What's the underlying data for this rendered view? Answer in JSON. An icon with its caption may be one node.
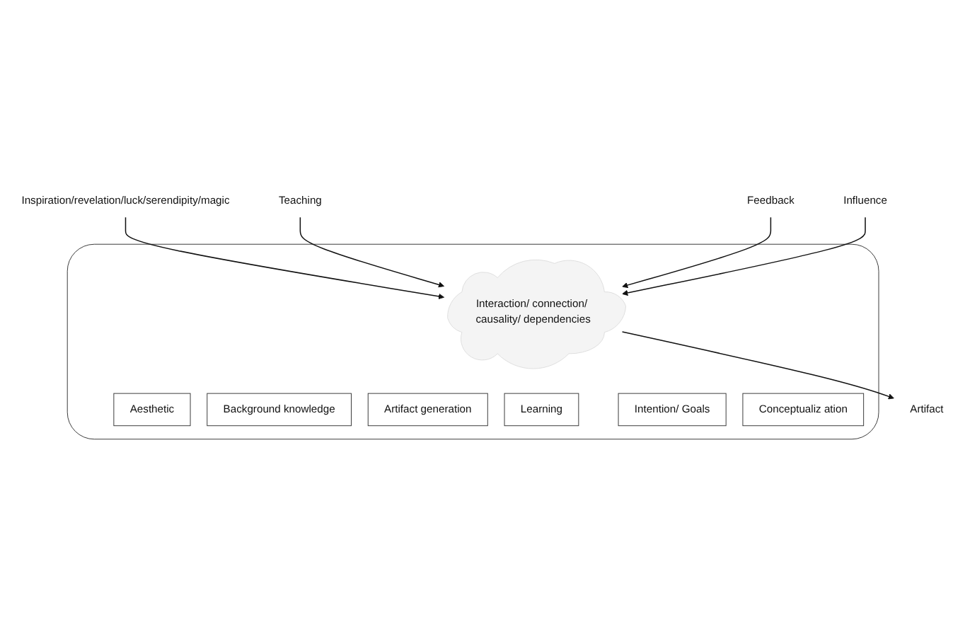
{
  "diagram": {
    "nodes": [
      {
        "text": [],
        "shape": "box"
      },
      {
        "text": [
          "Aesthetic"
        ],
        "in": 0
      },
      {
        "text": [
          "Background knowledge"
        ],
        "in": 0
      },
      {
        "text": [
          "Interaction/ connection/ causality/ dependencies"
        ],
        "in": 0
      },
      {
        "text": [
          "Artifact generation"
        ],
        "in": 0
      },
      {
        "text": [
          "Learning"
        ],
        "in": 0
      },
      {
        "text": [
          "Intention/ Goals"
        ],
        "in": 0
      },
      {
        "text": [
          "Conceptualiz ation"
        ],
        "in": 0
      },
      {
        "text": [
          "Inspiration/revelation/luck/serendipity/magic"
        ]
      },
      {
        "text": [
          "Teaching"
        ]
      },
      {
        "text": [
          "Artifact"
        ]
      },
      {
        "text": [
          "Feedback"
        ]
      },
      {
        "text": [
          "Influence"
        ]
      }
    ],
    "edges": [
      {
        "from": 8,
        "to": 3,
        "arrow": "to"
      },
      {
        "from": 9,
        "to": 3,
        "arrow": "to"
      },
      {
        "from": 3,
        "to": 10,
        "arrow": "to"
      },
      {
        "from": 11,
        "to": 3,
        "arrow": "to"
      },
      {
        "from": 12,
        "to": 3,
        "arrow": "to"
      }
    ]
  }
}
